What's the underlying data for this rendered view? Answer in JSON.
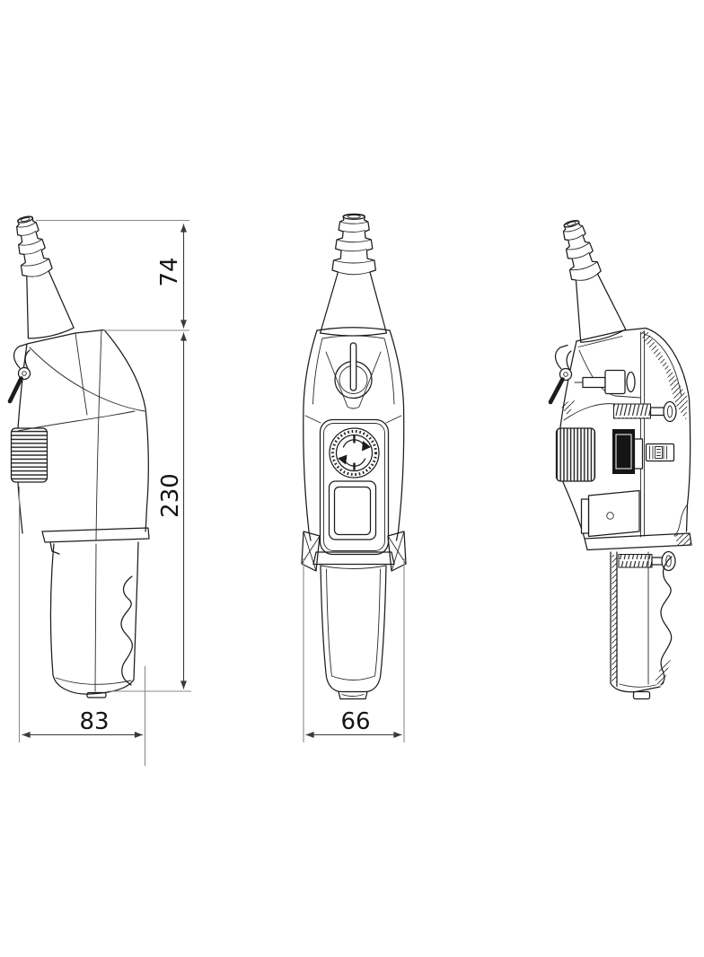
{
  "drawing": {
    "dimensions": {
      "cable_boot_height": "74",
      "body_height": "230",
      "side_width": "83",
      "front_width": "66"
    },
    "colors": {
      "outline": "#1c1c1c",
      "dimension_line": "#3a3a3a",
      "extension_line": "#8a8a8a",
      "text": "#141414",
      "background": "#ffffff"
    }
  }
}
